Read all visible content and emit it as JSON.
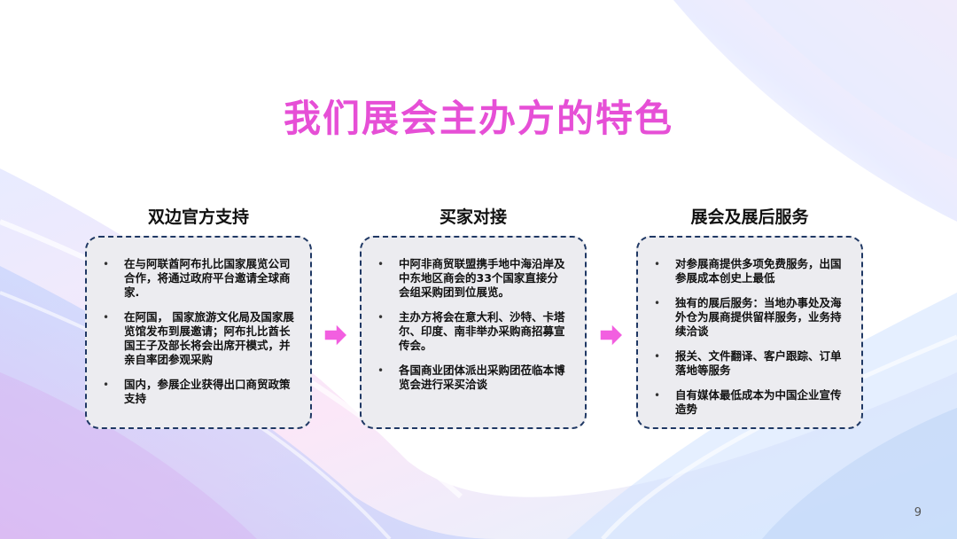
{
  "title": "我们展会主办方的特色",
  "page_number": "9",
  "columns": [
    {
      "heading": "双边官方支持",
      "items": [
        "在与阿联酋阿布扎比国家展览公司合作，将通过政府平台邀请全球商家.",
        "在阿国， 国家旅游文化局及国家展览馆发布到展邀请；阿布扎比酋长国王子及部长将会出席开模式，并亲自率团参观采购",
        "国内，参展企业获得出口商贸政策支持"
      ]
    },
    {
      "heading": "买家对接",
      "items": [
        "中阿非商贸联盟携手地中海沿岸及中东地区商会的33个国家直接分会组采购团到位展览。",
        "主办方将会在意大利、沙特、卡塔尔、印度、南非举办采购商招募宣传会。",
        "各国商业团体派出采购团莅临本博览会进行采买洽谈"
      ]
    },
    {
      "heading": "展会及展后服务",
      "items": [
        "对参展商提供多项免费服务，出国参展成本创史上最低",
        "独有的展后服务：当地办事处及海外仓为展商提供留样服务，业务持续洽谈",
        "报关、文件翻译、客户跟踪、订单落地等服务",
        "自有媒体最低成本为中国企业宣传造势"
      ]
    }
  ],
  "colors": {
    "title": "#e64fd6",
    "box_border": "#1f3864",
    "box_fill": "#ececf0",
    "arrow": "#f25fe0"
  }
}
